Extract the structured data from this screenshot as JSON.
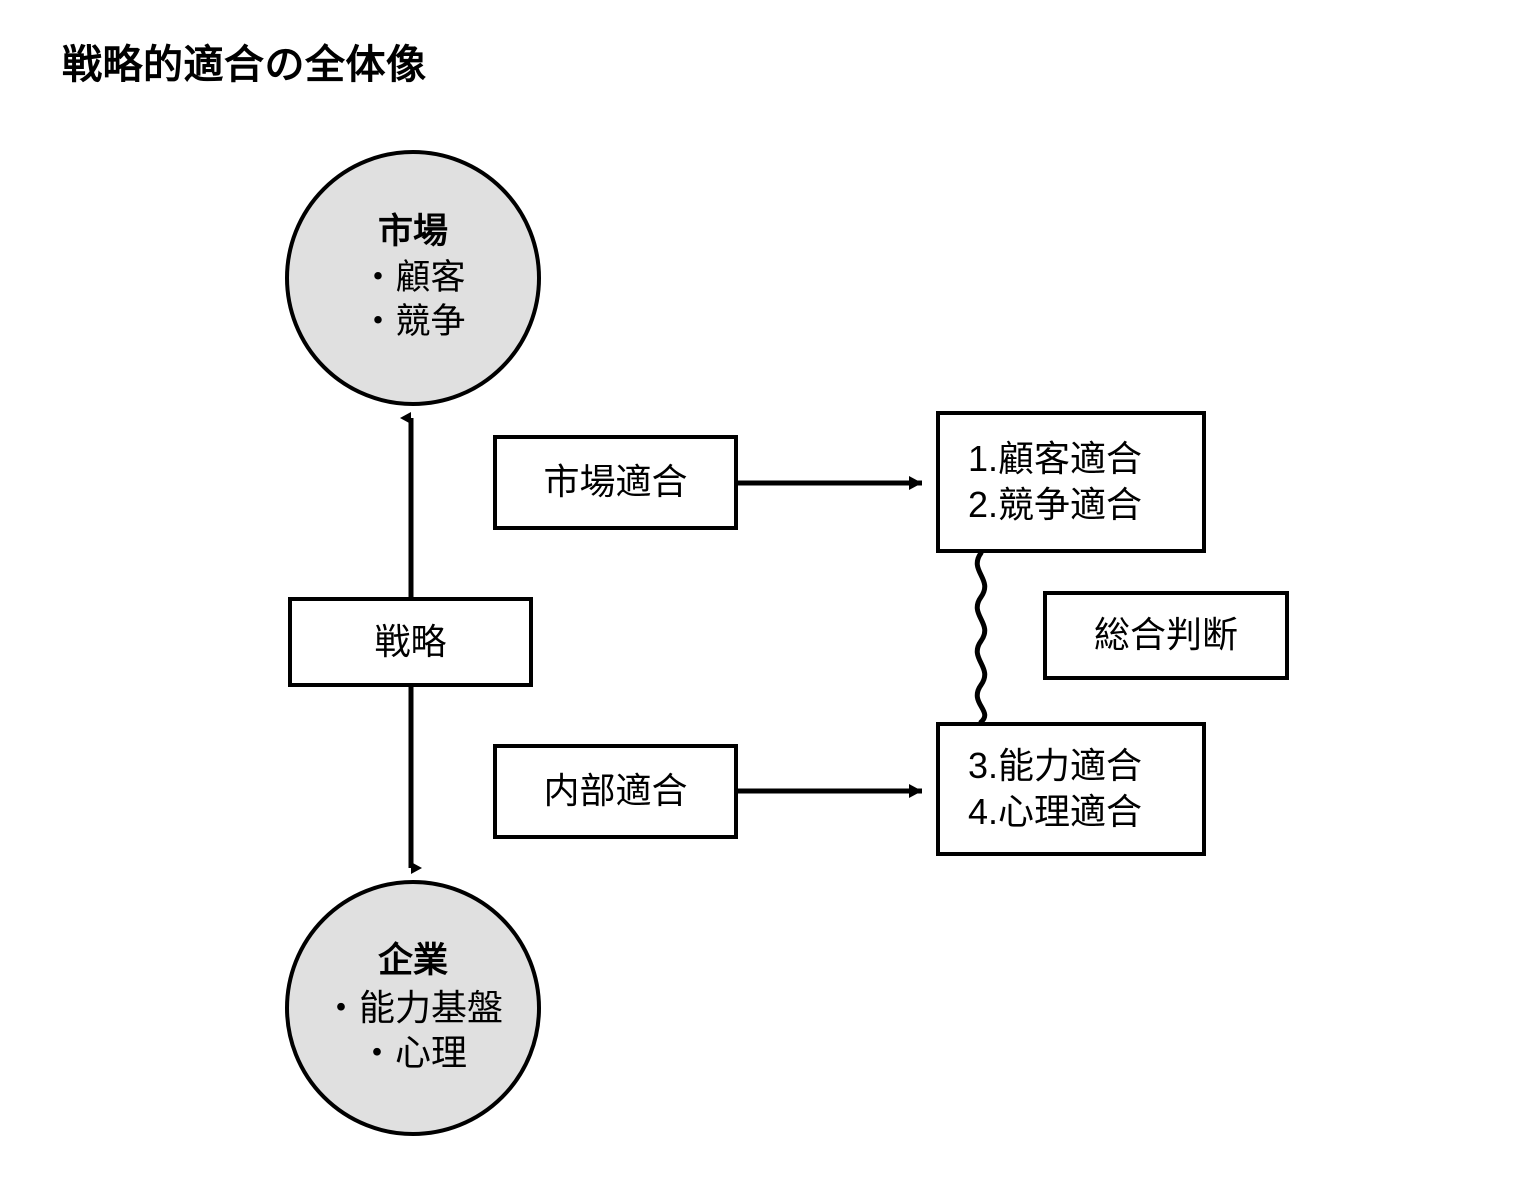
{
  "title": "戦略的適合の全体像",
  "colors": {
    "circle_fill": "#e0e0e0",
    "stroke": "#000000",
    "box_fill": "#ffffff",
    "background": "#ffffff"
  },
  "circles": {
    "market": {
      "title": "市場",
      "items": [
        "・顧客",
        "・競争"
      ]
    },
    "company": {
      "title": "企業",
      "items": [
        "・能力基盤",
        "・心理"
      ]
    }
  },
  "boxes": {
    "strategy": {
      "label": "戦略"
    },
    "market_fit": {
      "label": "市場適合"
    },
    "internal_fit": {
      "label": "内部適合"
    },
    "fit_top": {
      "line1": "1.顧客適合",
      "line2": "2.競争適合"
    },
    "fit_bottom": {
      "line1": "3.能力適合",
      "line2": "4.心理適合"
    },
    "overall": {
      "label": "総合判断"
    }
  },
  "connectors": {
    "strategy_to_market": {
      "kind": "arrow-up",
      "from": "戦略",
      "to": "市場"
    },
    "strategy_to_company": {
      "kind": "arrow-down",
      "from": "戦略",
      "to": "企業"
    },
    "market_fit_to_fit_top": {
      "kind": "arrow-right",
      "from": "市場適合",
      "to": "1.顧客適合 2.競争適合"
    },
    "internal_fit_to_fit_bottom": {
      "kind": "arrow-right",
      "from": "内部適合",
      "to": "3.能力適合 4.心理適合"
    },
    "fit_top_to_fit_bottom": {
      "kind": "wavy-line",
      "from": "1.顧客適合 2.競争適合",
      "to": "3.能力適合 4.心理適合"
    }
  }
}
